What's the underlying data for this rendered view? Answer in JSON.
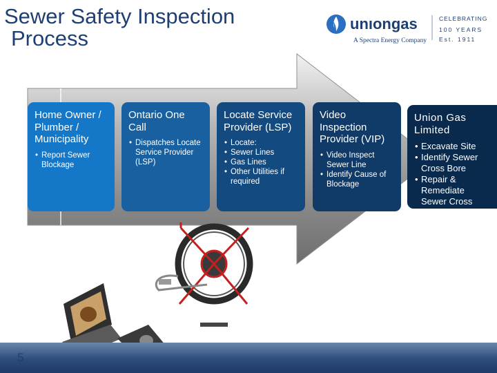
{
  "slide": {
    "title_line1": "Sewer Safety Inspection",
    "title_line2": "Process",
    "page_number": "5"
  },
  "logo": {
    "brand": "unıongas",
    "tagline": "A Spectra Energy Company",
    "celebrating": "CELEBRATING",
    "years": "100 YEARS",
    "est": "Est. 1911"
  },
  "steps": [
    {
      "title": "Home Owner / Plumber / Municipality",
      "bullets": [
        "Report Sewer Blockage"
      ]
    },
    {
      "title": "Ontario One Call",
      "bullets": [
        "Dispatches Locate Service Provider (LSP)"
      ]
    },
    {
      "title": "Locate Service Provider (LSP)",
      "bullets": [
        "Locate:"
      ],
      "sub_bullets": [
        "Sewer Lines",
        "Gas Lines",
        "Other Utilities if required"
      ]
    },
    {
      "title": "Video Inspection Provider (VIP)",
      "bullets": [
        "Video Inspect Sewer Line",
        "Identify Cause of Blockage"
      ]
    },
    {
      "title": "Union Gas Limited",
      "bullets": [
        "Excavate Site",
        "Identify Sewer Cross Bore",
        "Repair & Remediate Sewer Cross"
      ]
    }
  ],
  "colors": {
    "title": "#1d3f72",
    "step1": "#1577c8",
    "step2": "#18609f",
    "step3": "#134a80",
    "step4": "#103b68",
    "step5": "#0a2a4d",
    "arrow": "#9a9a9a",
    "band": "#2d4c7a"
  }
}
